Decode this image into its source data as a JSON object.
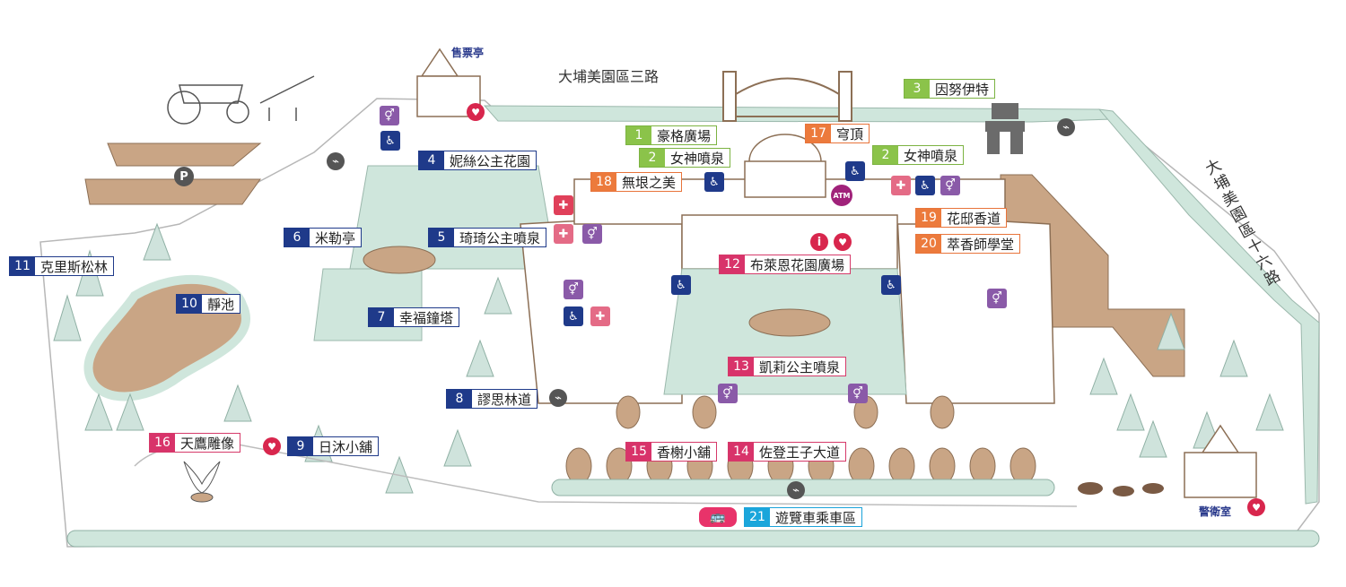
{
  "roads": {
    "top": "大埔美園區三路",
    "right": "大埔美園區十六路"
  },
  "places": {
    "ticket_booth": "售票亭",
    "guard_room": "警衛室"
  },
  "landmarks": [
    {
      "num": "1",
      "name": "豪格廣場",
      "color": "green"
    },
    {
      "num": "2",
      "name": "女神噴泉",
      "color": "green"
    },
    {
      "num": "2",
      "name": "女神噴泉",
      "color": "green"
    },
    {
      "num": "3",
      "name": "因努伊特",
      "color": "green"
    },
    {
      "num": "4",
      "name": "妮絲公主花園",
      "color": "navy"
    },
    {
      "num": "5",
      "name": "琦琦公主噴泉",
      "color": "navy"
    },
    {
      "num": "6",
      "name": "米勒亭",
      "color": "navy"
    },
    {
      "num": "7",
      "name": "幸福鐘塔",
      "color": "navy"
    },
    {
      "num": "8",
      "name": "謬思林道",
      "color": "navy"
    },
    {
      "num": "9",
      "name": "日沐小舖",
      "color": "navy"
    },
    {
      "num": "10",
      "name": "靜池",
      "color": "navy"
    },
    {
      "num": "11",
      "name": "克里斯松林",
      "color": "navy"
    },
    {
      "num": "12",
      "name": "布萊恩花園廣場",
      "color": "red"
    },
    {
      "num": "13",
      "name": "凱莉公主噴泉",
      "color": "red"
    },
    {
      "num": "14",
      "name": "佐登王子大道",
      "color": "red"
    },
    {
      "num": "15",
      "name": "香榭小舖",
      "color": "red"
    },
    {
      "num": "16",
      "name": "天鷹雕像",
      "color": "red"
    },
    {
      "num": "17",
      "name": "穹頂",
      "color": "orange"
    },
    {
      "num": "18",
      "name": "無垠之美",
      "color": "orange"
    },
    {
      "num": "19",
      "name": "花邸香道",
      "color": "orange"
    },
    {
      "num": "20",
      "name": "萃香師學堂",
      "color": "orange"
    },
    {
      "num": "21",
      "name": "遊覽車乘車區",
      "color": "cyan"
    }
  ],
  "icons": {
    "parking": "P",
    "atm": "ATM",
    "info": "i",
    "accessible": "♿",
    "restroom": "⚥",
    "aed": "♥",
    "smoking": "⌁",
    "first_aid": "✚",
    "bus": "🚌"
  },
  "colors": {
    "navy": "#1f3a8a",
    "green": "#8bc34a",
    "orange": "#ec7a3c",
    "red": "#d8336a",
    "cyan": "#1ba6db",
    "lawn": "#cfe6dc",
    "path": "#c9a585",
    "tree": "#cfe3dc"
  }
}
